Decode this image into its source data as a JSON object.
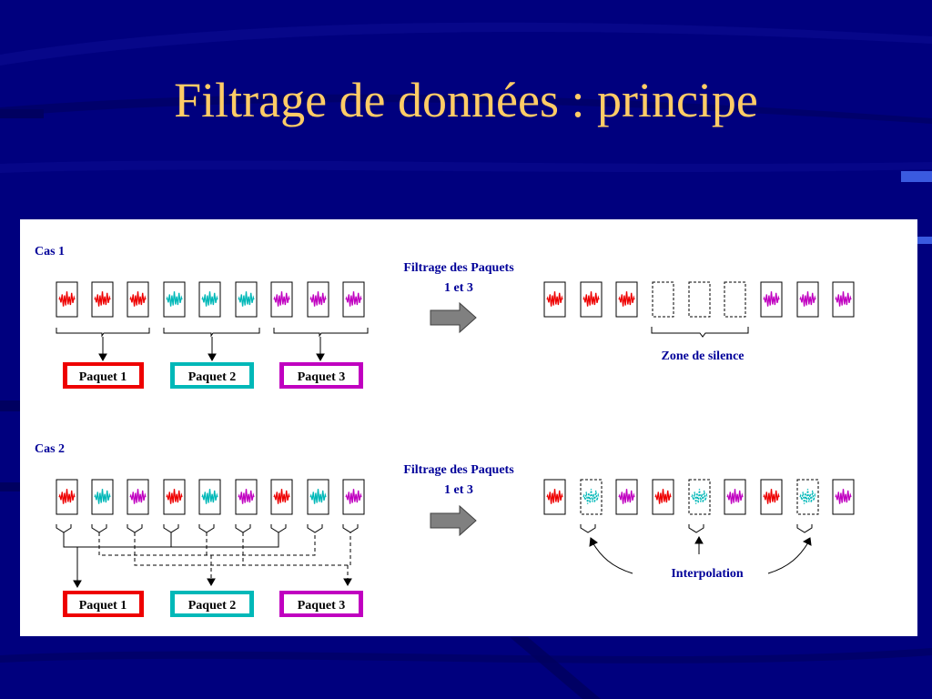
{
  "slide": {
    "title": "Filtrage de données : principe",
    "colors": {
      "background": "#00007e",
      "title": "#ffcc66"
    }
  },
  "diagram": {
    "case1": {
      "label": "Cas 1",
      "arrow_label_line1": "Filtrage des Paquets",
      "arrow_label_line2": "1 et 3",
      "packets": [
        "Paquet 1",
        "Paquet 2",
        "Paquet 3"
      ],
      "zone_label": "Zone de silence"
    },
    "case2": {
      "label": "Cas 2",
      "arrow_label_line1": "Filtrage des Paquets",
      "arrow_label_line2": "1 et 3",
      "packets": [
        "Paquet 1",
        "Paquet 2",
        "Paquet 3"
      ],
      "interp_label": "Interpolation"
    },
    "colors": {
      "red": "#ee0000",
      "cyan": "#00b8b8",
      "magenta": "#c000c0",
      "label_blue": "#000099",
      "arrow": "#808080"
    }
  }
}
